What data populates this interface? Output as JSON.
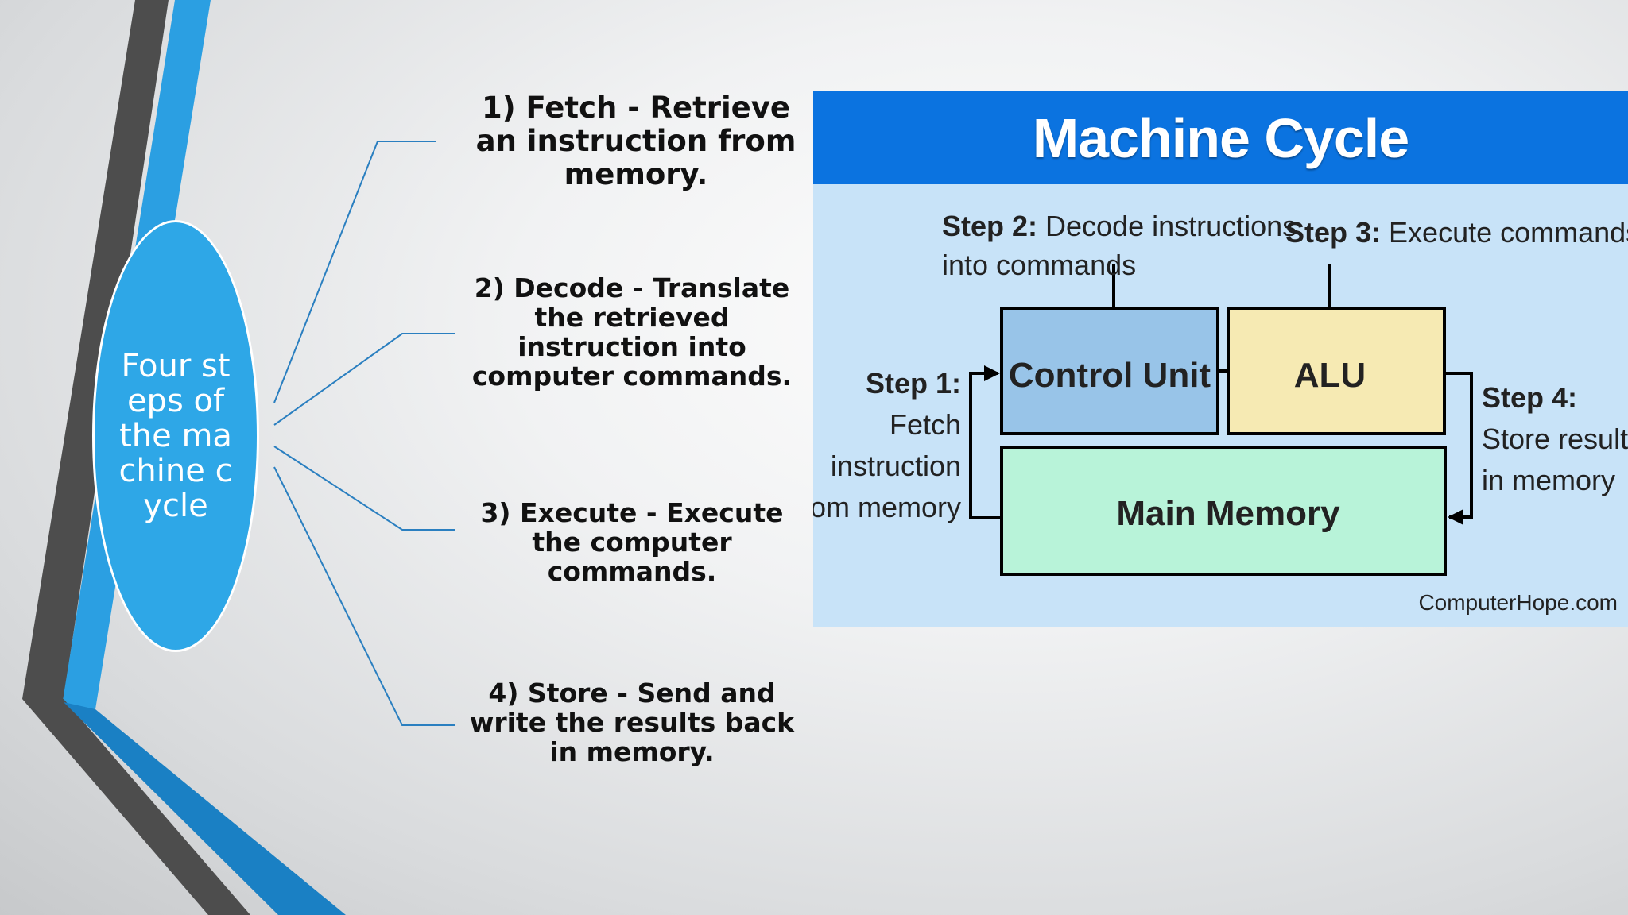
{
  "slide": {
    "oval_label": "Four steps of the machine cycle",
    "steps": [
      {
        "label": "1) Fetch - Retrieve an instruction from memory."
      },
      {
        "label": "2) Decode - Translate the retrieved instruction into computer commands."
      },
      {
        "label": "3) Execute - Execute the computer commands."
      },
      {
        "label": "4) Store - Send and write the results back in memory."
      }
    ]
  },
  "diagram": {
    "title": "Machine Cycle",
    "step1_bold": "Step 1:",
    "step1_lines": [
      "Fetch",
      "instruction",
      "from memory"
    ],
    "step2_bold": "Step 2:",
    "step2_rest": " Decode instructions",
    "step2_line2": "into commands",
    "step3_bold": "Step 3:",
    "step3_rest": " Execute commands",
    "step4_bold": "Step 4:",
    "step4_lines": [
      "Store results",
      "in memory"
    ],
    "control_unit": "Control Unit",
    "alu": "ALU",
    "main_memory": "Main Memory",
    "credit": "ComputerHope.com"
  },
  "colors": {
    "oval": "#2ea7e7",
    "header_blue": "#0b73e0",
    "panel_bg": "#c8e3f8",
    "control_unit_fill": "#98c4e8",
    "alu_fill": "#f6eab3",
    "main_memory_fill": "#b8f3d9",
    "connector": "#2a7fc0"
  }
}
